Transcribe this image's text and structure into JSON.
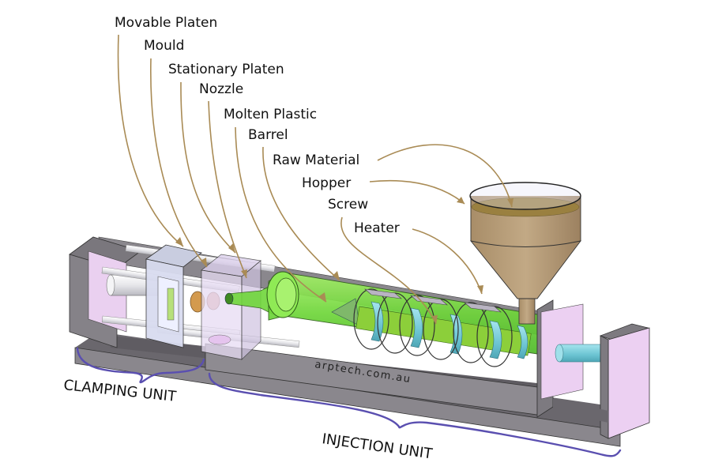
{
  "title": "Injection Moulding Machine",
  "watermark": "arptech.com.au",
  "colors": {
    "leader": "#a98b55",
    "brace": "#5a4fb0",
    "frame": "#7d7a80",
    "panel": "#e8c8ef",
    "barrel": "#7fe04a",
    "screw": "#7fe3ec",
    "hopper_material": "#b59a74",
    "heater": "#b9b4c2"
  },
  "callouts": [
    {
      "id": "movable-platen",
      "text": "Movable Platen"
    },
    {
      "id": "mould",
      "text": "Mould"
    },
    {
      "id": "stationary-platen",
      "text": "Stationary Platen"
    },
    {
      "id": "nozzle",
      "text": "Nozzle"
    },
    {
      "id": "molten-plastic",
      "text": "Molten Plastic"
    },
    {
      "id": "barrel",
      "text": "Barrel"
    },
    {
      "id": "raw-material",
      "text": "Raw Material"
    },
    {
      "id": "hopper",
      "text": "Hopper"
    },
    {
      "id": "screw",
      "text": "Screw"
    },
    {
      "id": "heater",
      "text": "Heater"
    }
  ],
  "units": {
    "clamping": "CLAMPING UNIT",
    "injection": "INJECTION UNIT"
  }
}
